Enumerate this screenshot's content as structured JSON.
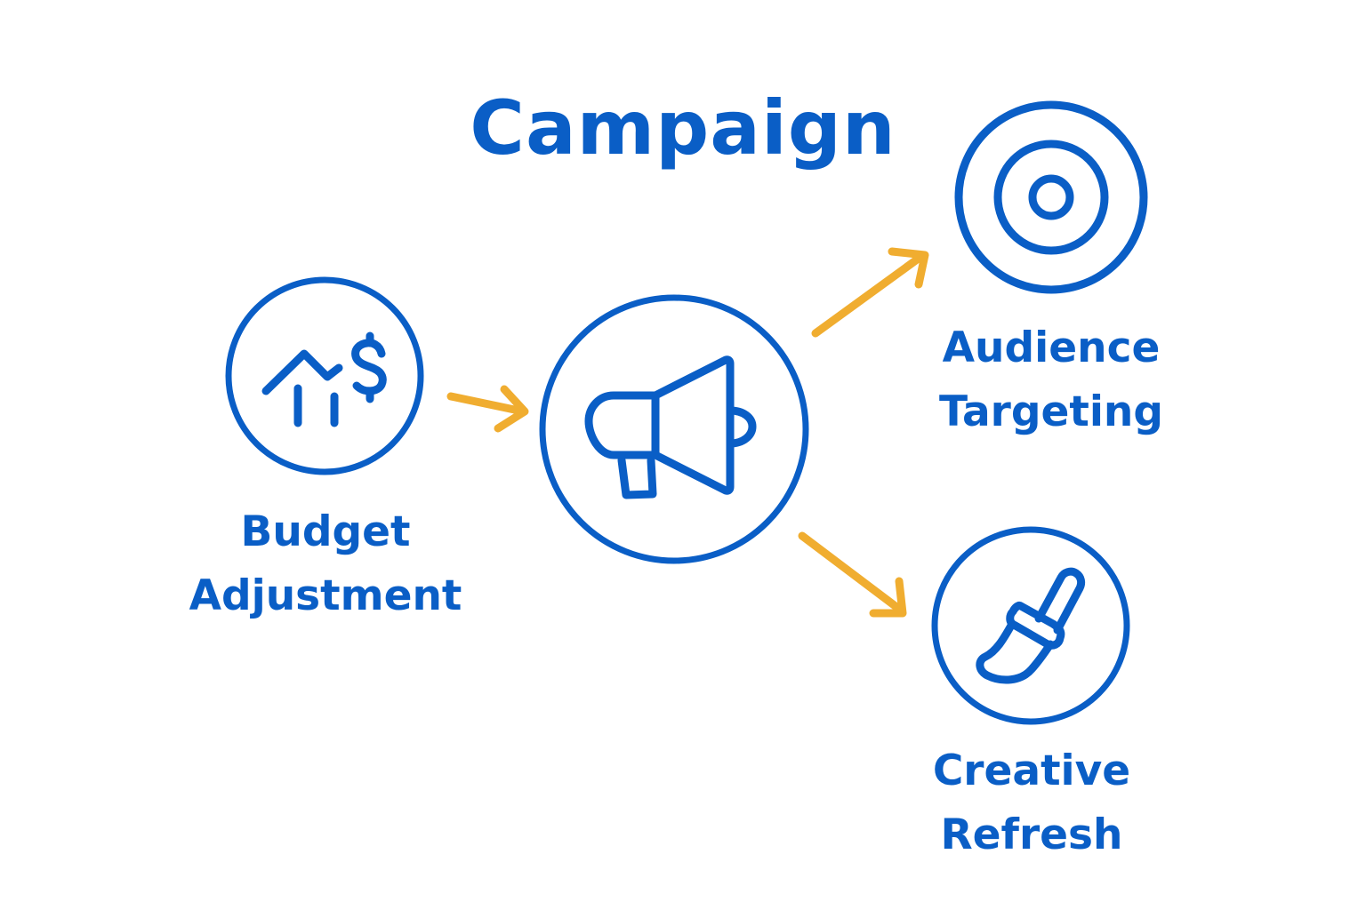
{
  "title": "Campaign",
  "colors": {
    "primary": "#0a5ec6",
    "arrow": "#f0ad30",
    "background": "#ffffff"
  },
  "center_node": {
    "icon": "megaphone-icon",
    "label": ""
  },
  "nodes": [
    {
      "id": "budget",
      "icon": "budget-chart-dollar-icon",
      "lines": [
        "Budget",
        "Adjustment"
      ]
    },
    {
      "id": "audience",
      "icon": "target-icon",
      "lines": [
        "Audience",
        "Targeting"
      ]
    },
    {
      "id": "creative",
      "icon": "paintbrush-icon",
      "lines": [
        "Creative",
        "Refresh"
      ]
    }
  ],
  "edges": [
    {
      "from": "budget",
      "to": "campaign"
    },
    {
      "from": "campaign",
      "to": "audience"
    },
    {
      "from": "campaign",
      "to": "creative"
    }
  ]
}
